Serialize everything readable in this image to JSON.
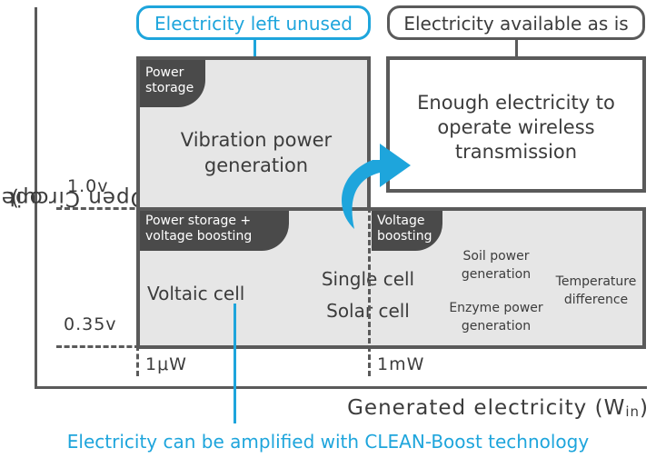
{
  "axes": {
    "y_label": "Open Circuit Voltage (V",
    "y_label_sub": "open",
    "y_label_end": ")",
    "x_label": "Generated electricity (W",
    "x_label_sub": "in",
    "x_label_end": ")",
    "y_ticks": [
      "1.0v",
      "0.35v"
    ],
    "x_ticks": [
      "1μW",
      "1mW"
    ]
  },
  "callouts": {
    "left_unused": "Electricity left unused",
    "available": "Electricity available as is",
    "bottom": "Electricity can be amplified with CLEAN-Boost technology"
  },
  "regions": {
    "top_left": {
      "tag": "Power storage",
      "body": "Vibration power generation"
    },
    "top_right": {
      "body": "Enough electricity to operate wireless transmission"
    },
    "bottom_left": {
      "tag": "Power storage + voltage boosting",
      "body": "Voltaic cell"
    },
    "bottom_mid": {
      "line1": "Single cell",
      "line2": "Solar cell"
    },
    "bottom_right": {
      "tag": "Voltage boosting",
      "items": [
        "Soil power generation",
        "Enzyme power generation",
        "Temperature difference"
      ]
    }
  },
  "colors": {
    "accent_blue": "#1ea5dc",
    "dark": "#4a4a4a",
    "panel": "#e6e6e6"
  }
}
